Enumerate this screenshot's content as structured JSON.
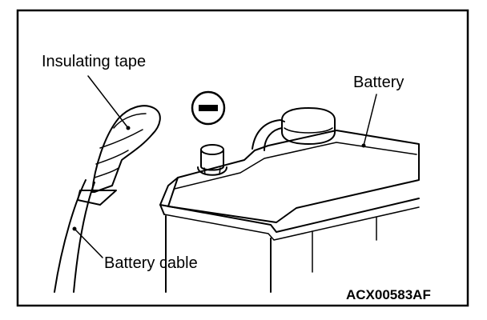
{
  "labels": {
    "insulating_tape": "Insulating tape",
    "battery": "Battery",
    "battery_cable": "Battery cable",
    "figure_code": "ACX00583AF"
  },
  "icons": {
    "terminal_symbol": "minus-sign-icon"
  },
  "colors": {
    "ink": "#000000",
    "paper": "#ffffff"
  }
}
